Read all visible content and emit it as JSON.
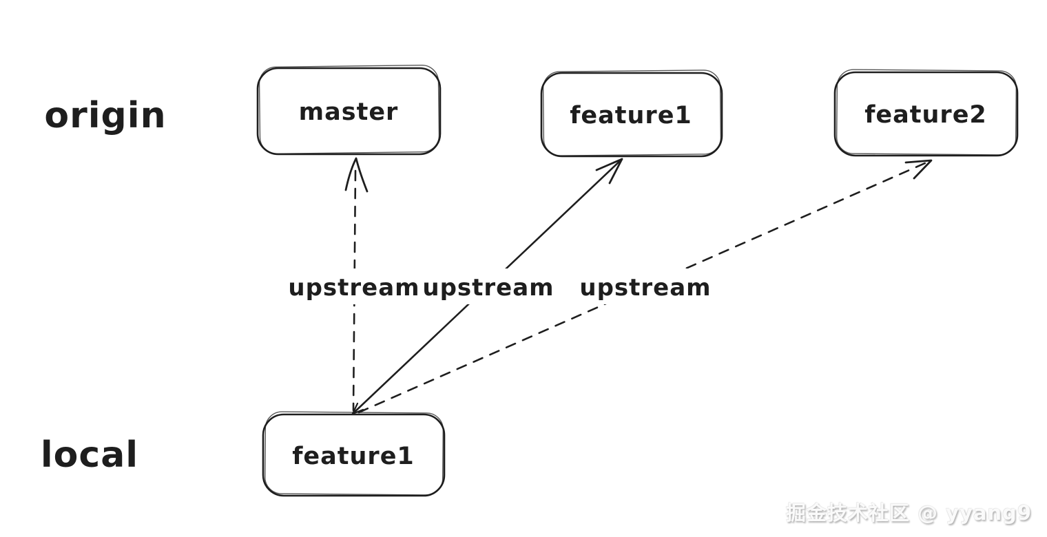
{
  "diagram": {
    "row_labels": {
      "top": "origin",
      "bottom": "local"
    },
    "origin_branches": [
      {
        "label": "master"
      },
      {
        "label": "feature1"
      },
      {
        "label": "feature2"
      }
    ],
    "local_branches": [
      {
        "label": "feature1"
      }
    ],
    "arrow_labels": [
      {
        "text": "upstream"
      },
      {
        "text": "upstream"
      },
      {
        "text": "upstream"
      }
    ],
    "colors": {
      "stroke": "#1e1e1e",
      "background": "#ffffff",
      "watermark": "#fafafa"
    }
  },
  "watermark": {
    "text": "掘金技术社区 @ yyang9"
  }
}
